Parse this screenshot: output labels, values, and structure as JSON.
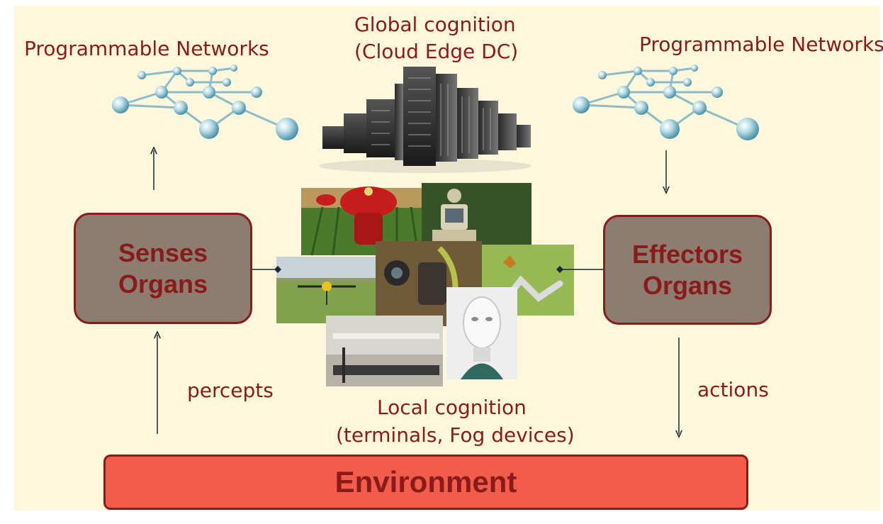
{
  "global_cognition": {
    "line1": "Global cognition",
    "line2": "(Cloud Edge DC)"
  },
  "networks": {
    "left_label": "Programmable Networks",
    "right_label": "Programmable Networks"
  },
  "senses_box": {
    "line1": "Senses",
    "line2": "Organs"
  },
  "effectors_box": {
    "line1": "Effectors",
    "line2": "Organs"
  },
  "local_cognition": {
    "line1": "Local cognition",
    "line2": "(terminals, Fog devices)"
  },
  "percepts_label": "percepts",
  "actions_label": "actions",
  "environment_label": "Environment",
  "colors": {
    "background": "#fdf8dc",
    "text_accent": "#8b1a1a",
    "organ_box_fill": "#8c7d70",
    "environment_fill": "#f25c4a"
  }
}
